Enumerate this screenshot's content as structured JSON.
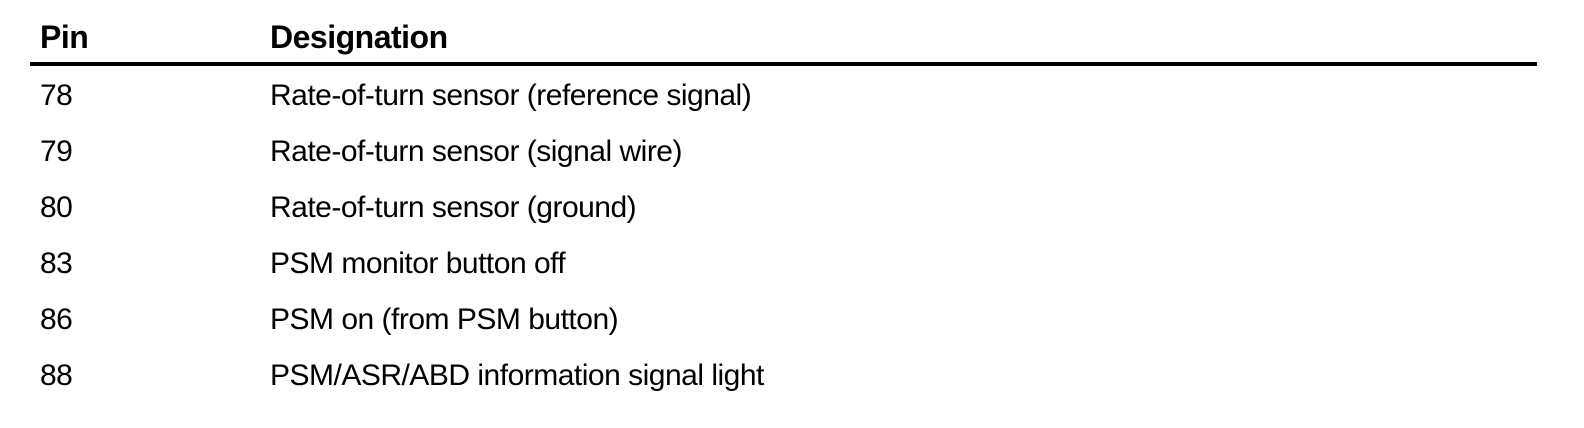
{
  "colors": {
    "background": "#ffffff",
    "text": "#000000",
    "rule": "#000000"
  },
  "table": {
    "headers": {
      "pin": "Pin",
      "designation": "Designation"
    },
    "rows": [
      {
        "pin": "78",
        "designation": "Rate-of-turn sensor (reference signal)"
      },
      {
        "pin": "79",
        "designation": "Rate-of-turn sensor (signal wire)"
      },
      {
        "pin": "80",
        "designation": "Rate-of-turn sensor (ground)"
      },
      {
        "pin": "83",
        "designation": "PSM monitor button off"
      },
      {
        "pin": "86",
        "designation": "PSM on (from PSM button)"
      },
      {
        "pin": "88",
        "designation": "PSM/ASR/ABD information signal light"
      }
    ]
  }
}
